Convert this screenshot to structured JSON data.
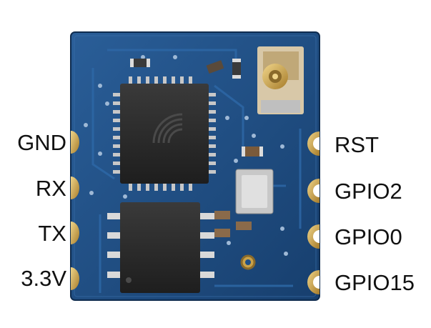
{
  "pins": {
    "left": [
      {
        "label": "GND"
      },
      {
        "label": "RX"
      },
      {
        "label": "TX"
      },
      {
        "label": "3.3V"
      }
    ],
    "right": [
      {
        "label": "RST"
      },
      {
        "label": "GPIO2"
      },
      {
        "label": "GPIO0"
      },
      {
        "label": "GPIO15"
      }
    ]
  },
  "colors": {
    "pcb": "#1f4f86",
    "pcb_dark": "#163c68",
    "pad_gold": "#c9a24a",
    "chip": "#2a2a2a",
    "silkscreen": "#e6e6e6"
  }
}
